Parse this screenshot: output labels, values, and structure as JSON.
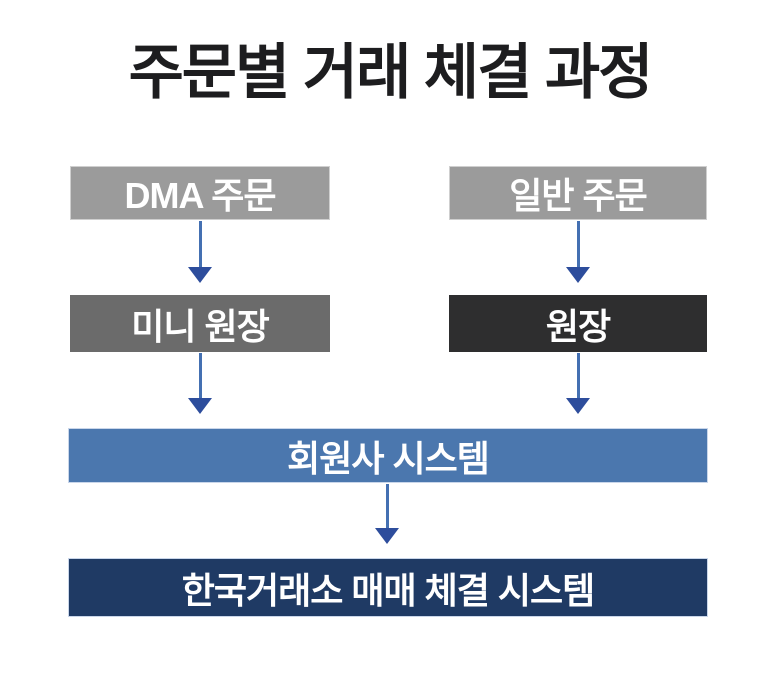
{
  "title": "주문별 거래 체결 과정",
  "title_color": "#1d1d1f",
  "background_color": "#ffffff",
  "diagram": {
    "nodes": [
      {
        "id": "dma-order",
        "label": "DMA 주문",
        "bg": "#9b9b9b",
        "text_color": "#ffffff"
      },
      {
        "id": "general-order",
        "label": "일반 주문",
        "bg": "#9b9b9b",
        "text_color": "#ffffff"
      },
      {
        "id": "mini-ledger",
        "label": "미니 원장",
        "bg": "#6b6b6b",
        "text_color": "#ffffff"
      },
      {
        "id": "ledger",
        "label": "원장",
        "bg": "#2e2e2f",
        "text_color": "#ffffff"
      },
      {
        "id": "member-system",
        "label": "회원사 시스템",
        "bg": "#4b77ae",
        "text_color": "#ffffff"
      },
      {
        "id": "krx-system",
        "label": "한국거래소 매매 체결 시스템",
        "bg": "#1f3a64",
        "text_color": "#ffffff"
      }
    ],
    "edges": [
      {
        "from": "dma-order",
        "to": "mini-ledger"
      },
      {
        "from": "general-order",
        "to": "ledger"
      },
      {
        "from": "mini-ledger",
        "to": "member-system"
      },
      {
        "from": "ledger",
        "to": "member-system"
      },
      {
        "from": "member-system",
        "to": "krx-system"
      }
    ],
    "arrow_stem_color": "#4470b2",
    "arrow_head_color": "#2d4d9c"
  }
}
